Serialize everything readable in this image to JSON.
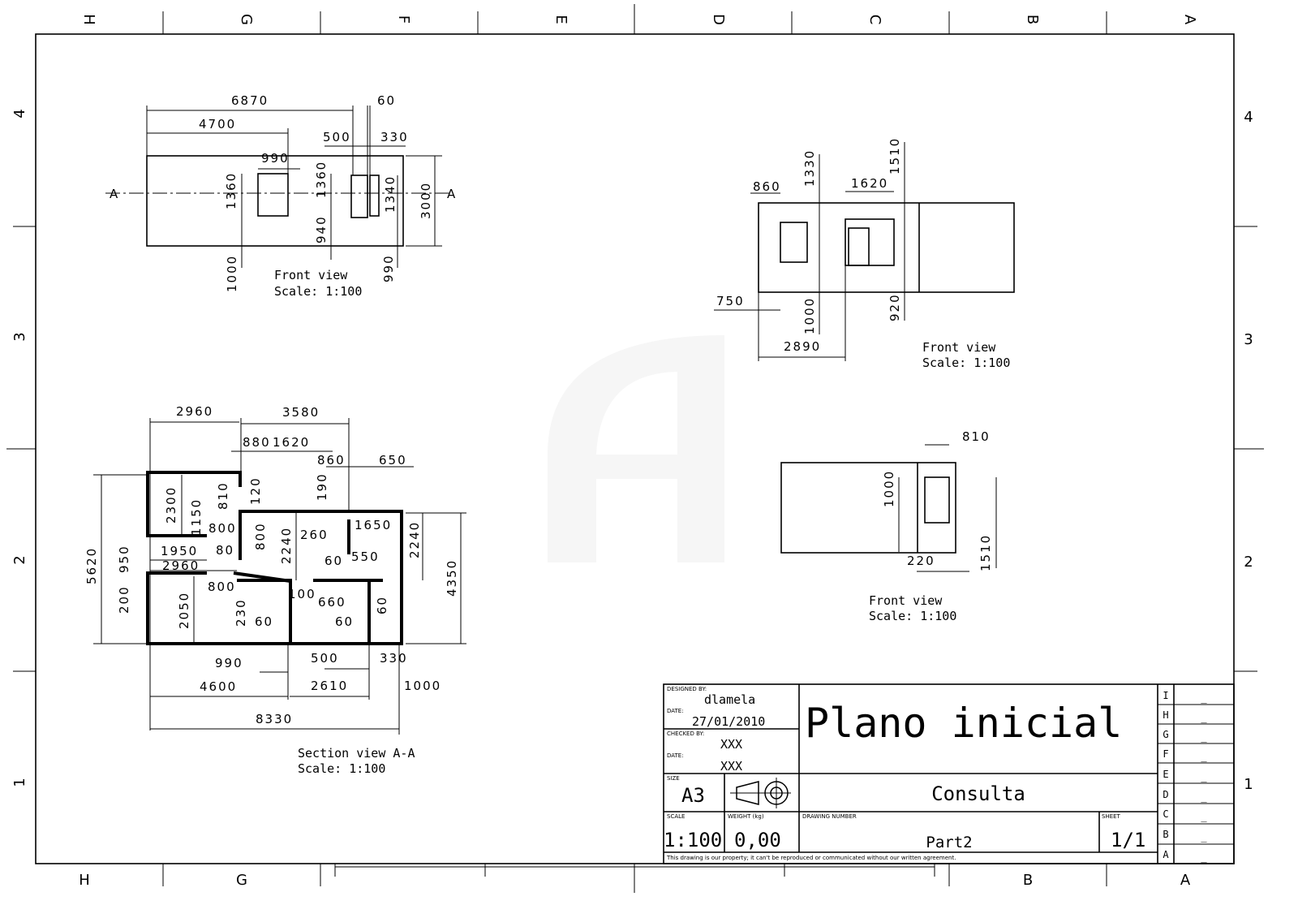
{
  "zones": {
    "columns": [
      "H",
      "G",
      "F",
      "E",
      "D",
      "C",
      "B",
      "A"
    ],
    "rows": [
      "4",
      "3",
      "2",
      "1"
    ]
  },
  "views": {
    "front_top_left": {
      "title": "Front view",
      "scale": "Scale:  1:100",
      "section_marker": "A",
      "dims": [
        "6870",
        "60",
        "4700",
        "500",
        "330",
        "990",
        "1360",
        "1360",
        "1340",
        "3000",
        "940",
        "1000",
        "990"
      ]
    },
    "front_top_right": {
      "title": "Front view",
      "scale": "Scale:  1:100",
      "dims": [
        "860",
        "1330",
        "1620",
        "1510",
        "750",
        "1000",
        "920",
        "2890"
      ]
    },
    "front_mid_right": {
      "title": "Front view",
      "scale": "Scale:  1:100",
      "dims": [
        "810",
        "1000",
        "220",
        "1510"
      ]
    },
    "section": {
      "title": "Section view A-A",
      "scale": "Scale:  1:100",
      "dims": [
        "2960",
        "3580",
        "880",
        "1620",
        "860",
        "650",
        "2300",
        "1150",
        "810",
        "120",
        "190",
        "800",
        "800",
        "2240",
        "260",
        "1650",
        "2240",
        "4350",
        "5620",
        "950",
        "1950",
        "80",
        "60",
        "550",
        "2960",
        "200",
        "800",
        "2050",
        "230",
        "100",
        "660",
        "60",
        "60",
        "60",
        "990",
        "500",
        "330",
        "4600",
        "2610",
        "1000",
        "8330"
      ]
    }
  },
  "title_block": {
    "designed_by_label": "DESIGNED BY:",
    "designed_by": "dlamela",
    "date_label": "DATE:",
    "date": "27/01/2010",
    "checked_by_label": "CHECKED BY:",
    "checked_by": "XXX",
    "date2_label": "DATE:",
    "date2": "XXX",
    "title": "Plano inicial",
    "subtitle": "Consulta",
    "size_label": "SIZE",
    "size": "A3",
    "scale_label": "SCALE",
    "scale": "1:100",
    "weight_label": "WEIGHT (kg)",
    "weight": "0,00",
    "drawing_number_label": "DRAWING NUMBER",
    "drawing_number": "Part2",
    "sheet_label": "SHEET",
    "sheet": "1/1",
    "notice": "This drawing is our property; it can't be reproduced or communicated without our written agreement.",
    "revisions": [
      {
        "letter": "I",
        "value": "_"
      },
      {
        "letter": "H",
        "value": "_"
      },
      {
        "letter": "G",
        "value": "_"
      },
      {
        "letter": "F",
        "value": "_"
      },
      {
        "letter": "E",
        "value": "_"
      },
      {
        "letter": "D",
        "value": "_"
      },
      {
        "letter": "C",
        "value": "_"
      },
      {
        "letter": "B",
        "value": "_"
      },
      {
        "letter": "A",
        "value": "_"
      }
    ]
  }
}
